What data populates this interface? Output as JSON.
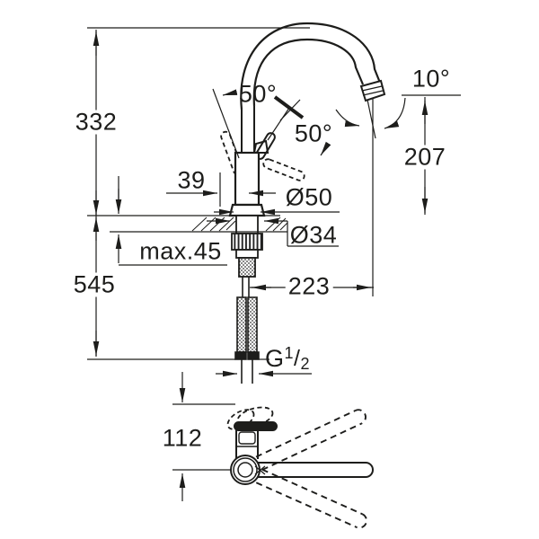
{
  "colors": {
    "ink": "#1d1d1b",
    "background": "#ffffff"
  },
  "labels": {
    "height_above_deck": "332",
    "total_height": "545",
    "lever_offset": "39",
    "body_diameter": "Ø50",
    "hole_diameter": "Ø34",
    "max_deck_thickness": "max.45",
    "spout_projection": "223",
    "outlet_height": "207",
    "outlet_angle": "10°",
    "lever_angle_back": "50°",
    "lever_angle_front": "50°",
    "lever_projection": "112",
    "thread_letter": "G",
    "thread_numerator": "1",
    "thread_slash": "/",
    "thread_denominator": "2"
  }
}
